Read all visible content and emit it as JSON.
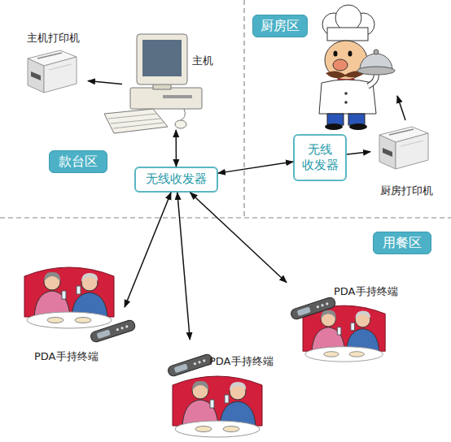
{
  "diagram": {
    "nodes": [
      {
        "text": [
          "主机打印机"
        ]
      },
      {
        "text": [
          "主机"
        ]
      },
      {
        "text": [
          "厨房区"
        ]
      },
      {
        "text": [
          "款台区"
        ]
      },
      {
        "text": [
          "无线收发器"
        ]
      },
      {
        "text": [
          "无线 收发器"
        ]
      },
      {
        "text": [
          "厨房打印机"
        ]
      },
      {
        "text": [
          "用餐区"
        ]
      },
      {
        "text": [
          "PDA手持终端"
        ]
      },
      {
        "text": [
          "PDA手持终端"
        ]
      },
      {
        "text": [
          "PDA手持终端"
        ]
      }
    ],
    "edges": [
      {
        "from": 1,
        "to": 0,
        "arrow": "to"
      },
      {
        "from": 1,
        "to": 4,
        "arrow": "both"
      },
      {
        "from": 4,
        "to": 5,
        "arrow": "both"
      },
      {
        "from": 5,
        "to": 6,
        "arrow": "to"
      },
      {
        "from": 4,
        "to": 8,
        "arrow": "both"
      },
      {
        "from": 4,
        "to": 9,
        "arrow": "both"
      },
      {
        "from": 4,
        "to": 10,
        "arrow": "both"
      }
    ]
  }
}
